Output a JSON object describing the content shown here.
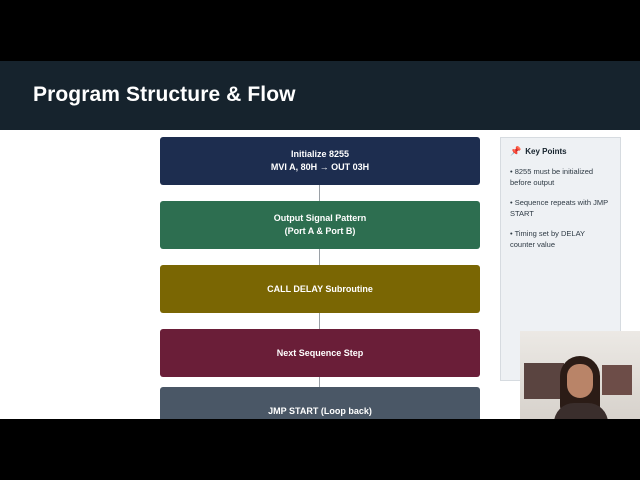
{
  "slide": {
    "title": "Program Structure & Flow"
  },
  "flow": {
    "steps": [
      {
        "line1": "Initialize 8255",
        "line2": "MVI A, 80H → OUT 03H",
        "color": "#1d2d4f"
      },
      {
        "line1": "Output Signal Pattern",
        "line2": "(Port A & Port B)",
        "color": "#2d6e50"
      },
      {
        "line1": "CALL DELAY Subroutine",
        "line2": "",
        "color": "#7a6603"
      },
      {
        "line1": "Next Sequence Step",
        "line2": "",
        "color": "#6a1e38"
      },
      {
        "line1": "JMP START (Loop back)",
        "line2": "",
        "color": "#4a5766"
      }
    ]
  },
  "keypoints": {
    "icon": "pushpin-icon",
    "title": "Key Points",
    "items": [
      "• 8255 must be initialized before output",
      "• Sequence repeats with JMP START",
      "• Timing set by DELAY counter value"
    ]
  },
  "colors": {
    "header_bg": "#16232d",
    "keypoints_bg": "#eef1f4"
  }
}
